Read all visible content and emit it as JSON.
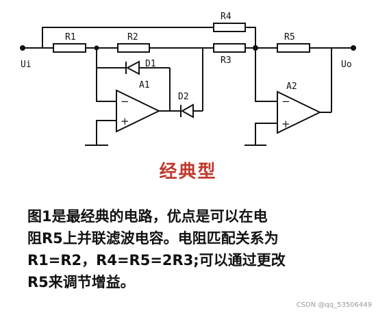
{
  "circuit": {
    "labels": {
      "r1": "R1",
      "r2": "R2",
      "r3": "R3",
      "r4": "R4",
      "r5": "R5",
      "d1": "D1",
      "d2": "D2",
      "a1": "A1",
      "a2": "A2",
      "ui": "Ui",
      "uo": "Uo"
    },
    "op_signs": {
      "minus": "−",
      "plus": "+"
    }
  },
  "subtitle": "经典型",
  "description": {
    "lines": [
      "图1是最经典的电路，优点是可以在电",
      "阻R5上并联滤波电容。电阻匹配关系为",
      "R1=R2，R4=R5=2R3;可以通过更改",
      "R5来调节增益。"
    ]
  },
  "watermark": "CSDN @qq_53506449"
}
